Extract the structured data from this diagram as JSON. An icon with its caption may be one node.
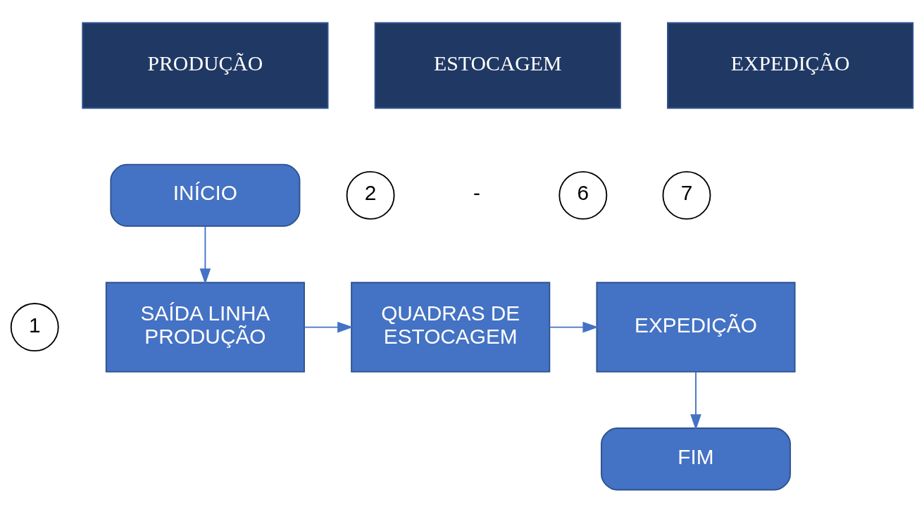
{
  "diagram": {
    "nodes": [
      {
        "text": [
          "PRODUÇÃO"
        ]
      },
      {
        "text": [
          "ESTOCAGEM"
        ]
      },
      {
        "text": [
          "EXPEDIÇÃO"
        ]
      },
      {
        "text": [
          "INÍCIO"
        ]
      },
      {
        "text": [
          "2"
        ]
      },
      {
        "text": [
          "6"
        ]
      },
      {
        "text": [
          "7"
        ]
      },
      {
        "text": [
          "1"
        ]
      },
      {
        "text": [
          "SAÍDA LINHA PRODUÇÃO"
        ]
      },
      {
        "text": [
          "QUADRAS DE ESTOCAGEM"
        ]
      },
      {
        "text": [
          "EXPEDIÇÃO"
        ]
      },
      {
        "text": [
          "FIM"
        ]
      }
    ],
    "edges": [
      {
        "from": 3,
        "to": 8,
        "arrow": "to"
      },
      {
        "from": 8,
        "to": 9,
        "arrow": "to"
      },
      {
        "from": 9,
        "to": 10,
        "arrow": "to"
      },
      {
        "from": 10,
        "to": 11,
        "arrow": "to"
      }
    ],
    "labels": [
      "-"
    ]
  }
}
